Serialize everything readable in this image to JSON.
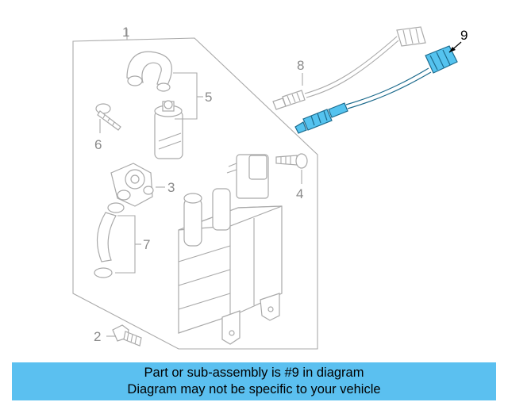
{
  "diagram": {
    "callouts": {
      "c1": "1",
      "c2": "2",
      "c3": "3",
      "c4": "4",
      "c5": "5",
      "c6": "6",
      "c7": "7",
      "c8": "8",
      "c9": "9"
    },
    "highlight_color": "#55c3ef",
    "part_color": "#a9a9a9"
  },
  "banner": {
    "line1": "Part or sub-assembly is #9 in diagram",
    "line2": "Diagram may not be specific to your vehicle",
    "background": "#5bc0f0"
  }
}
